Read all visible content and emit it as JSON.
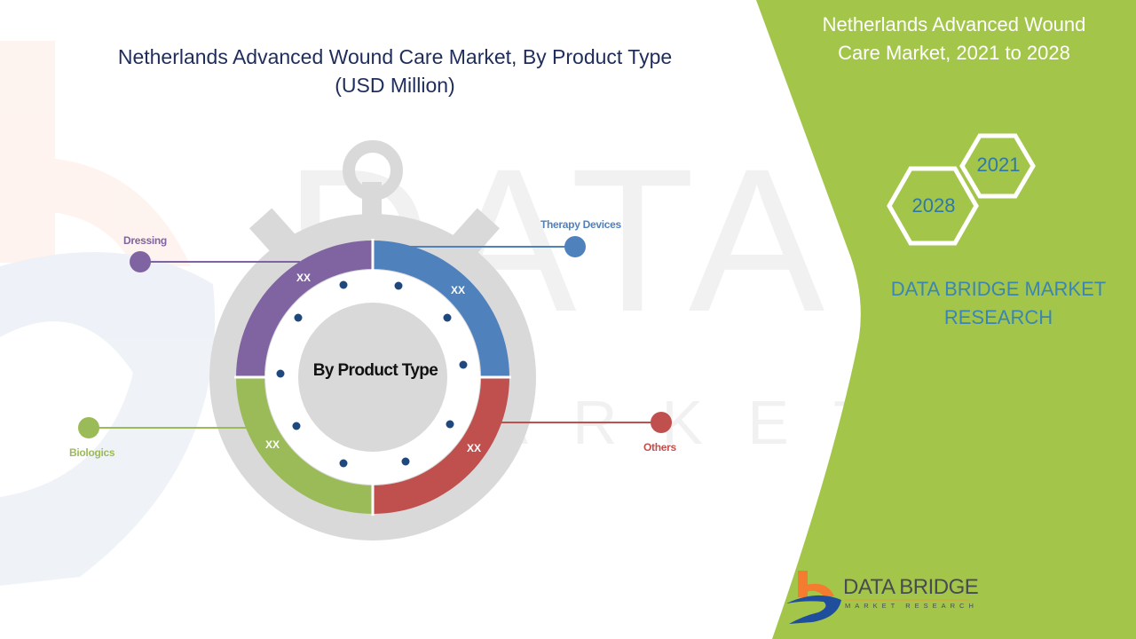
{
  "header": {
    "title_line1": "Netherlands Advanced Wound Care Market, By Product Type",
    "title_line2": "(USD Million)"
  },
  "side_panel": {
    "title_line1": "Netherlands Advanced Wound",
    "title_line2": "Care Market, 2021 to 2028",
    "hex_years": [
      "2021",
      "2028"
    ],
    "brand_line1": "DATA BRIDGE MARKET",
    "brand_line2": "RESEARCH",
    "logo_main": "DATA BRIDGE",
    "logo_sub": "MARKET RESEARCH"
  },
  "colors": {
    "panel_green": "#a3c64a",
    "title_navy": "#1f2d5a",
    "brand_blue": "#3a85b5",
    "dressing": "#8064a2",
    "therapy_devices": "#4f81bd",
    "others": "#c0504d",
    "biologics": "#9bbb59",
    "stopwatch_gray": "#d9d9d9",
    "dot_navy": "#1f497d"
  },
  "chart_data": {
    "type": "pie",
    "style": "donut (stopwatch infographic)",
    "title": "Netherlands Advanced Wound Care Market, By Product Type (USD Million)",
    "center_label": "By Product Type",
    "categories": [
      "Dressing",
      "Therapy Devices",
      "Others",
      "Biologics"
    ],
    "values": [
      "XX",
      "XX",
      "XX",
      "XX"
    ],
    "value_note": "Segment values shown as placeholders 'XX'; each segment drawn as equal quarter",
    "segments": [
      {
        "name": "Dressing",
        "value": "XX",
        "color": "#8064a2",
        "position": "top-left"
      },
      {
        "name": "Therapy Devices",
        "value": "XX",
        "color": "#4f81bd",
        "position": "top-right"
      },
      {
        "name": "Others",
        "value": "XX",
        "color": "#c0504d",
        "position": "bottom-right"
      },
      {
        "name": "Biologics",
        "value": "XX",
        "color": "#9bbb59",
        "position": "bottom-left"
      }
    ],
    "legend_position": "callouts"
  },
  "chart": {
    "center_label": "By Product Type",
    "labels": {
      "dressing": "Dressing",
      "therapy_devices": "Therapy Devices",
      "others": "Others",
      "biologics": "Biologics"
    },
    "values": {
      "dressing": "XX",
      "therapy_devices": "XX",
      "others": "XX",
      "biologics": "XX"
    }
  }
}
